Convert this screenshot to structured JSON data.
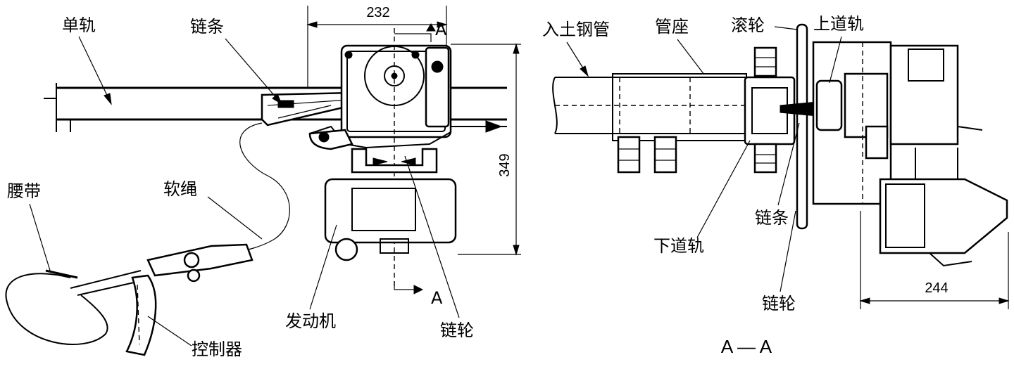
{
  "left_view": {
    "labels": {
      "monorail": "单轨",
      "chain": "链条",
      "belt": "腰带",
      "soft_rope": "软绳",
      "engine": "发动机",
      "sprocket": "链轮",
      "controller": "控制器"
    },
    "dimensions": {
      "width": "232",
      "height": "349"
    },
    "section_marks": {
      "top": "A",
      "bottom": "A"
    }
  },
  "right_view": {
    "labels": {
      "steel_pipe": "入土钢管",
      "pipe_seat": "管座",
      "roller": "滚轮",
      "upper_rail": "上道轨",
      "lower_rail": "下道轨",
      "chain": "链条",
      "sprocket": "链轮"
    },
    "dimensions": {
      "width": "244"
    },
    "section_title": "A — A"
  }
}
